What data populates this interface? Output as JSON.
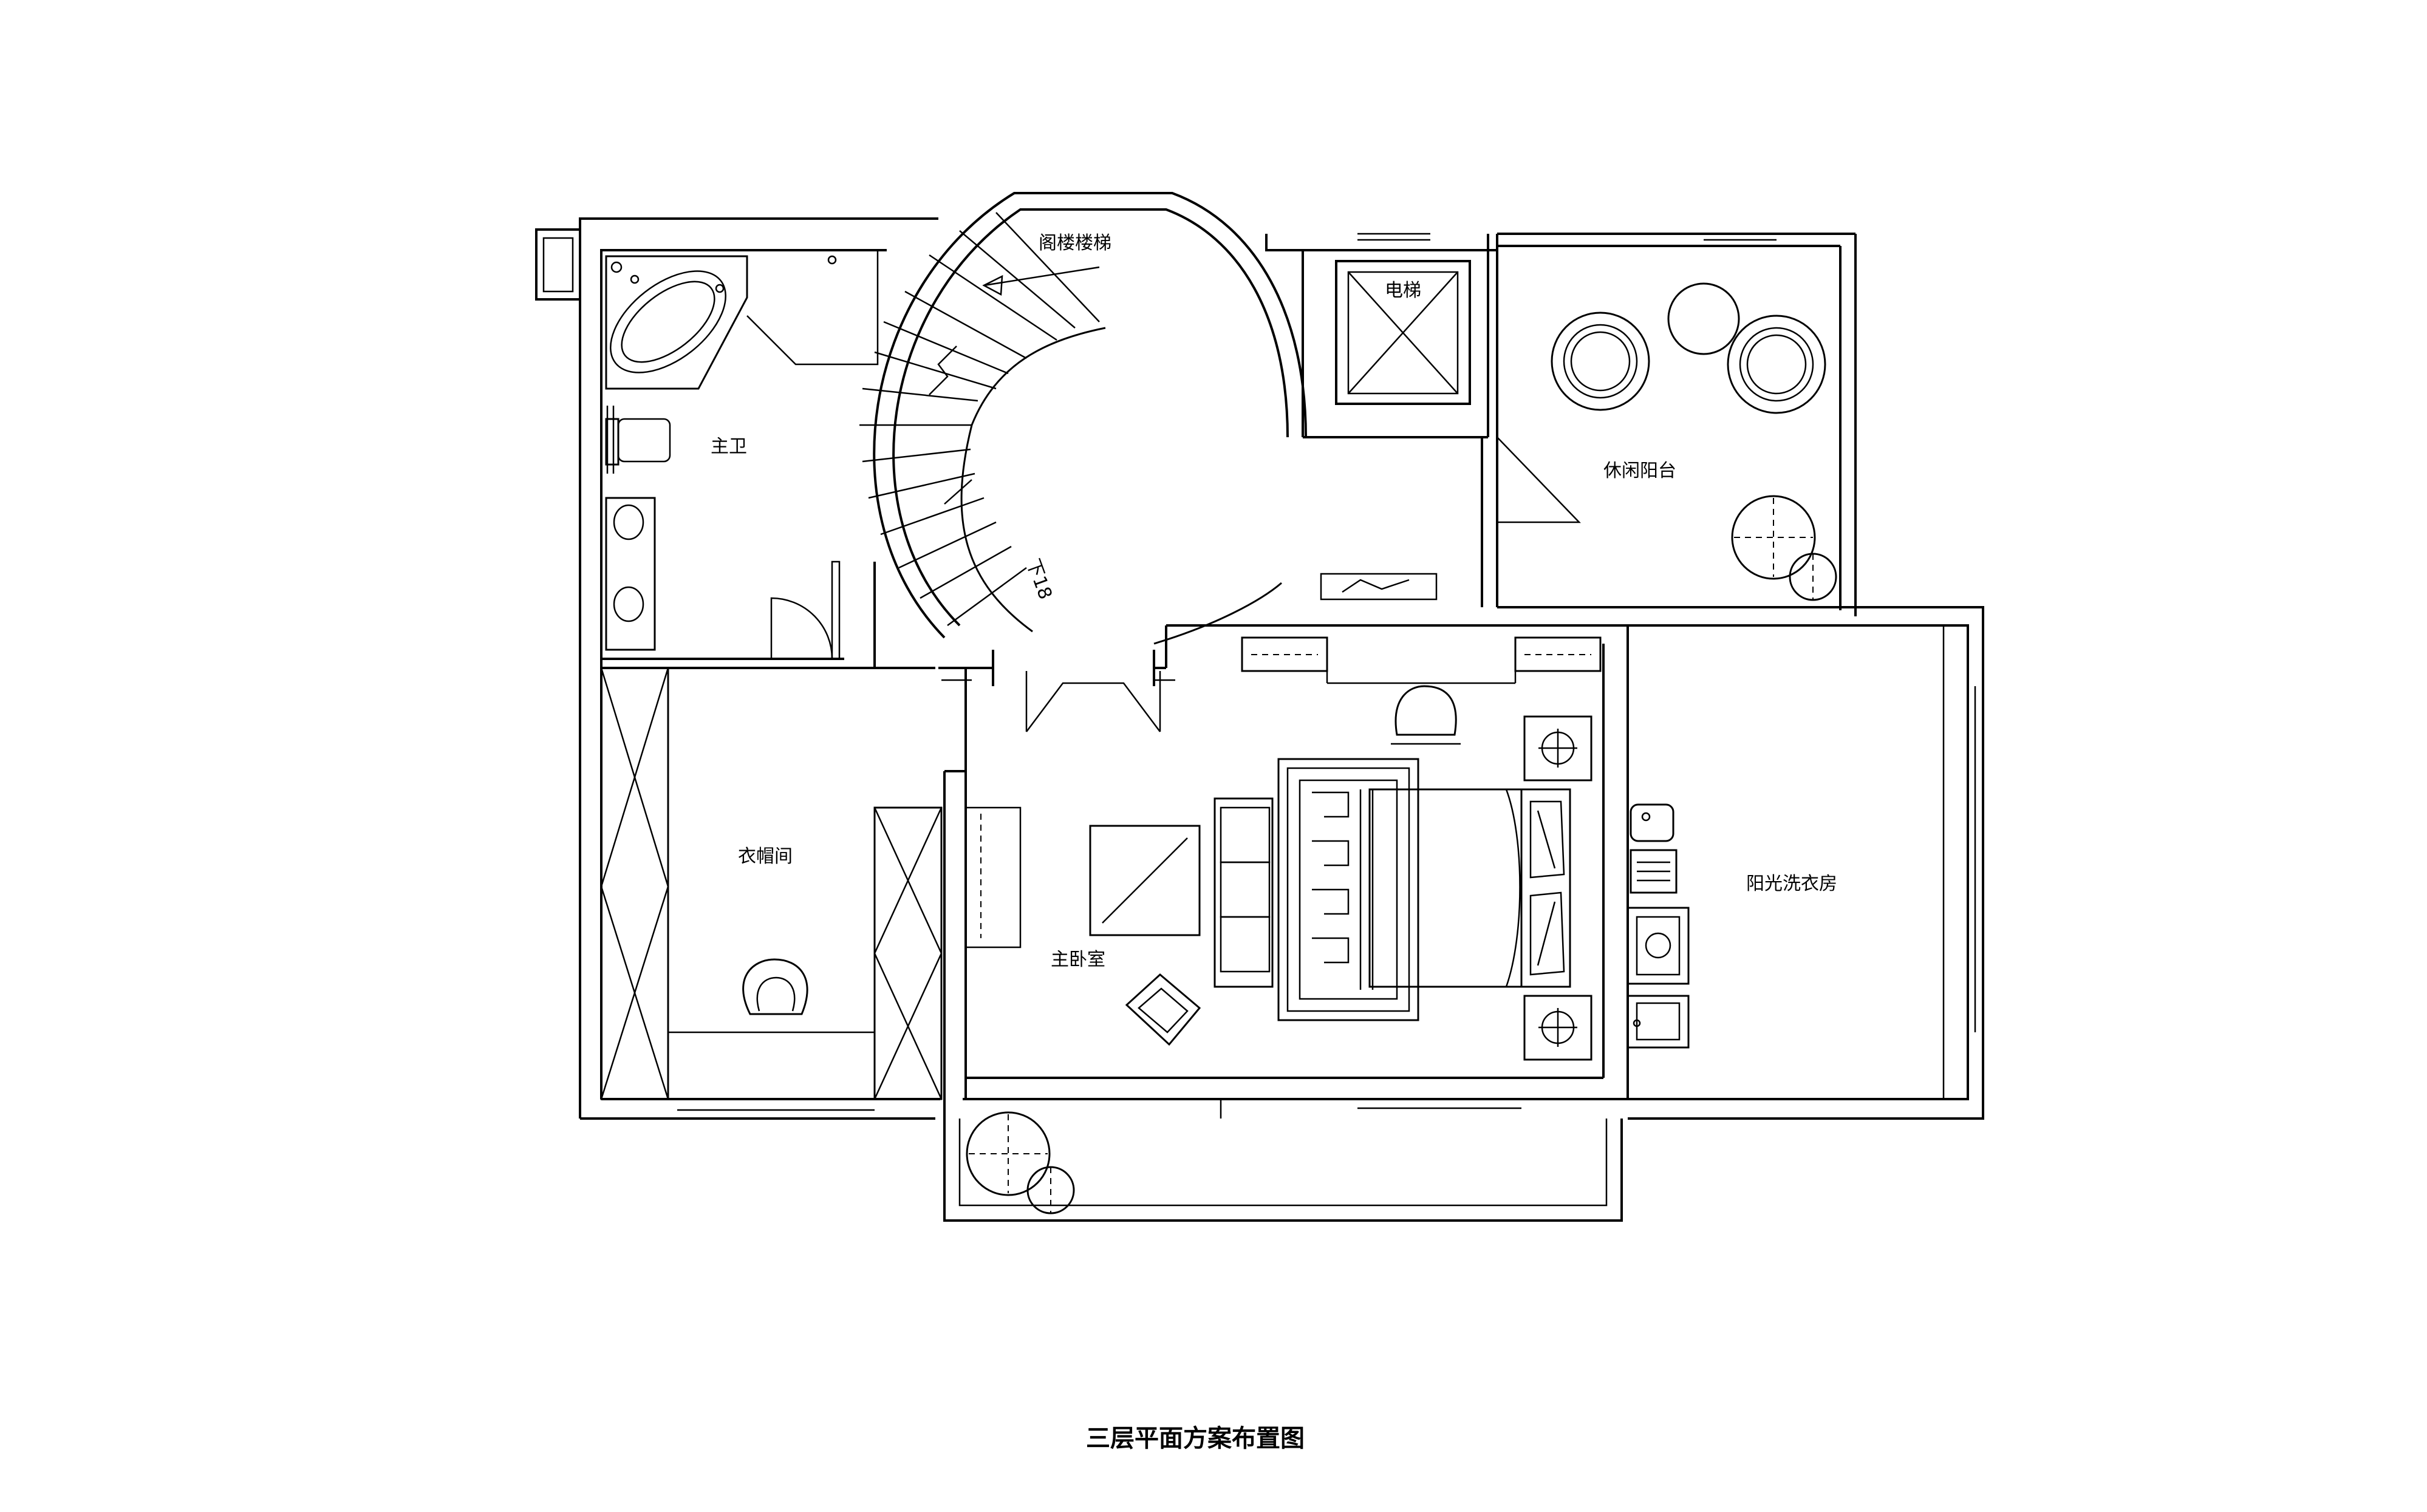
{
  "title": "三层平面方案布置图",
  "rooms": {
    "attic_stairs": "阁楼楼梯",
    "elevator": "电梯",
    "master_bath": "主卫",
    "leisure_balcony": "休闲阳台",
    "walk_in_closet": "衣帽间",
    "master_bedroom": "主卧室",
    "sun_laundry": "阳光洗衣房",
    "stairs_down": "下18"
  }
}
